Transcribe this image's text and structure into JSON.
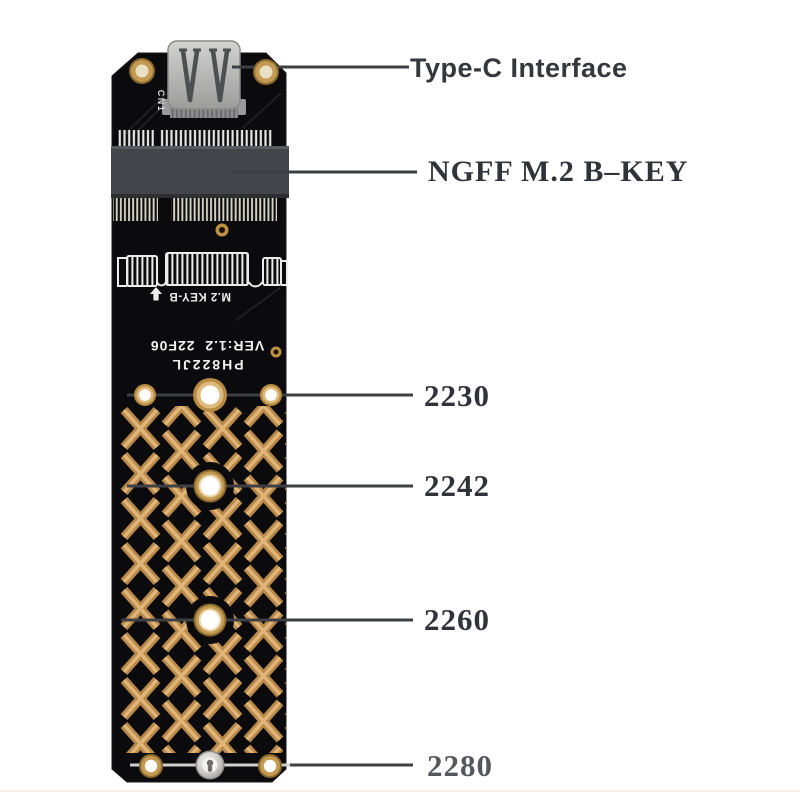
{
  "page": {
    "background": "#ffffff",
    "bottom_edge_line_color": "#f8ece7"
  },
  "callouts": {
    "line_color": "#3e3f44",
    "text_color": "#36373d",
    "typec": {
      "label": "Type-C Interface"
    },
    "ngff": {
      "label": "NGFF M.2 B–KEY"
    },
    "sizes": [
      {
        "label": "2230"
      },
      {
        "label": "2242"
      },
      {
        "label": "2260"
      },
      {
        "label": "2280"
      }
    ]
  },
  "pcb": {
    "silkscreen": {
      "connector_ref": "CN1",
      "key_label": "M.2 KEY-B",
      "key_arrow_icon": "up-arrow",
      "model": "PH822JL",
      "version": "VER:1.2  22F06",
      "color": "#ececea"
    },
    "colors": {
      "board": "#0b0b0d",
      "slot_gray": "#44454a",
      "gold_ring": "#c49a52",
      "gold_ring_light": "#e7d3a4",
      "pattern_gold": "#b8894a",
      "pattern_gold_light": "#e0b577",
      "connector_metal": "#bcbcba",
      "screw_metal": "#cccbc8",
      "hole_center": "#ffffff"
    }
  }
}
